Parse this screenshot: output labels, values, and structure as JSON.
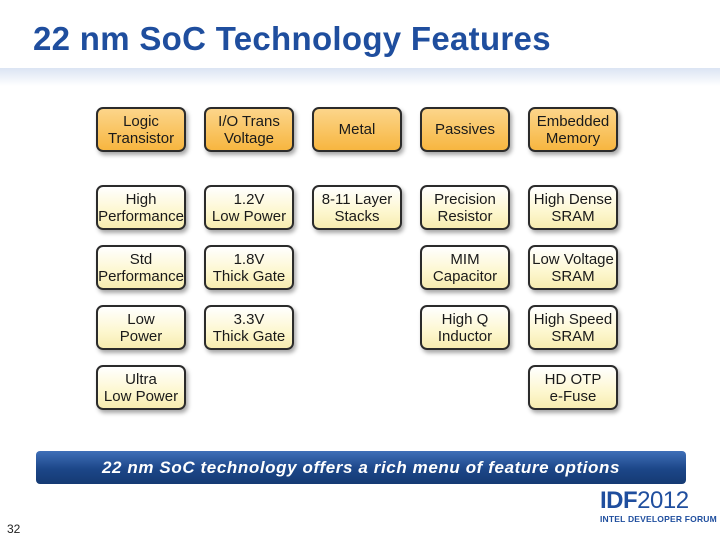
{
  "slide": {
    "title": "22 nm SoC Technology Features",
    "banner": "22 nm SoC technology offers a rich menu of feature options",
    "page_number": "32",
    "logo": {
      "main": "IDF",
      "year": "2012",
      "sub": "INTEL DEVELOPER FORUM"
    }
  },
  "columns": [
    {
      "header": [
        "Logic",
        "Transistor"
      ],
      "items": [
        [
          "High",
          "Performance"
        ],
        [
          "Std",
          "Performance"
        ],
        [
          "Low",
          "Power"
        ],
        [
          "Ultra",
          "Low Power"
        ]
      ]
    },
    {
      "header": [
        "I/O Trans",
        "Voltage"
      ],
      "items": [
        [
          "1.2V",
          "Low Power"
        ],
        [
          "1.8V",
          "Thick Gate"
        ],
        [
          "3.3V",
          "Thick Gate"
        ]
      ]
    },
    {
      "header": [
        "Metal"
      ],
      "items": [
        [
          "8-11 Layer",
          "Stacks"
        ]
      ]
    },
    {
      "header": [
        "Passives"
      ],
      "items": [
        [
          "Precision",
          "Resistor"
        ],
        [
          "MIM",
          "Capacitor"
        ],
        [
          "High Q",
          "Inductor"
        ]
      ]
    },
    {
      "header": [
        "Embedded",
        "Memory"
      ],
      "items": [
        [
          "High Dense",
          "SRAM"
        ],
        [
          "Low Voltage",
          "SRAM"
        ],
        [
          "High Speed",
          "SRAM"
        ],
        [
          "HD OTP",
          "e-Fuse"
        ]
      ]
    }
  ],
  "colors": {
    "title": "#1f4e9e",
    "header_fill": "#f7b640",
    "item_fill": "#fdf7cf",
    "banner_fill": "#1c4688"
  }
}
